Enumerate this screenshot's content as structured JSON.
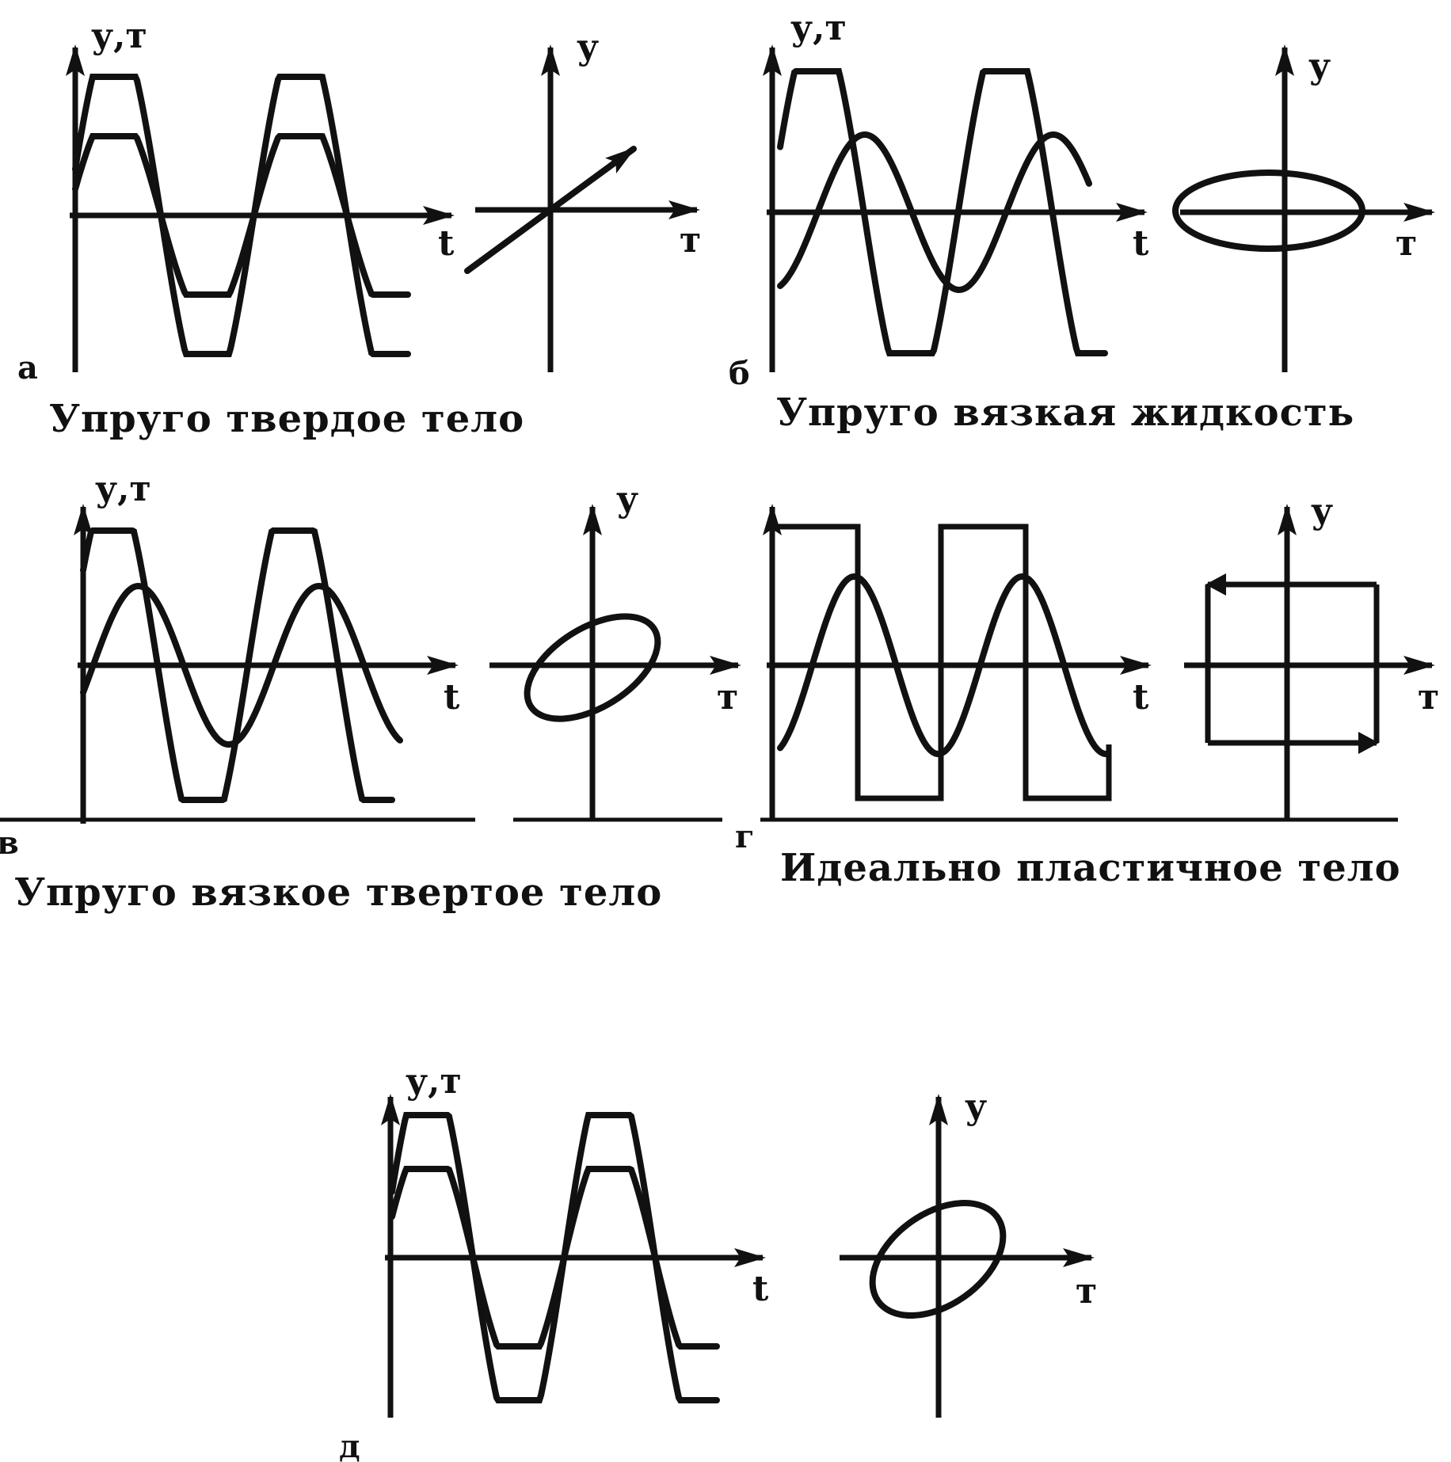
{
  "colors": {
    "ink": "#111111",
    "background": "#ffffff"
  },
  "panels": {
    "a": {
      "letter": "а",
      "caption": "Упруго твердое тело",
      "time_axis_y": "у,т",
      "time_axis_x": "t",
      "loop_axis_y": "у",
      "loop_axis_x": "т"
    },
    "b": {
      "letter": "б",
      "caption": "Упруго вязкая жидкость",
      "time_axis_y": "у,т",
      "time_axis_x": "t",
      "loop_axis_y": "у",
      "loop_axis_x": "т"
    },
    "v": {
      "letter": "в",
      "caption": "Упруго вязкое твертое  тело",
      "time_axis_y": "у,т",
      "time_axis_x": "t",
      "loop_axis_y": "у",
      "loop_axis_x": "т"
    },
    "g": {
      "letter": "г",
      "caption": "Идеально пластичное тело",
      "time_axis_x": "t",
      "loop_axis_y": "у",
      "loop_axis_x": "т"
    },
    "d": {
      "letter": "д",
      "time_axis_y": "у,т",
      "time_axis_x": "t",
      "loop_axis_y": "у",
      "loop_axis_x": "т"
    }
  }
}
